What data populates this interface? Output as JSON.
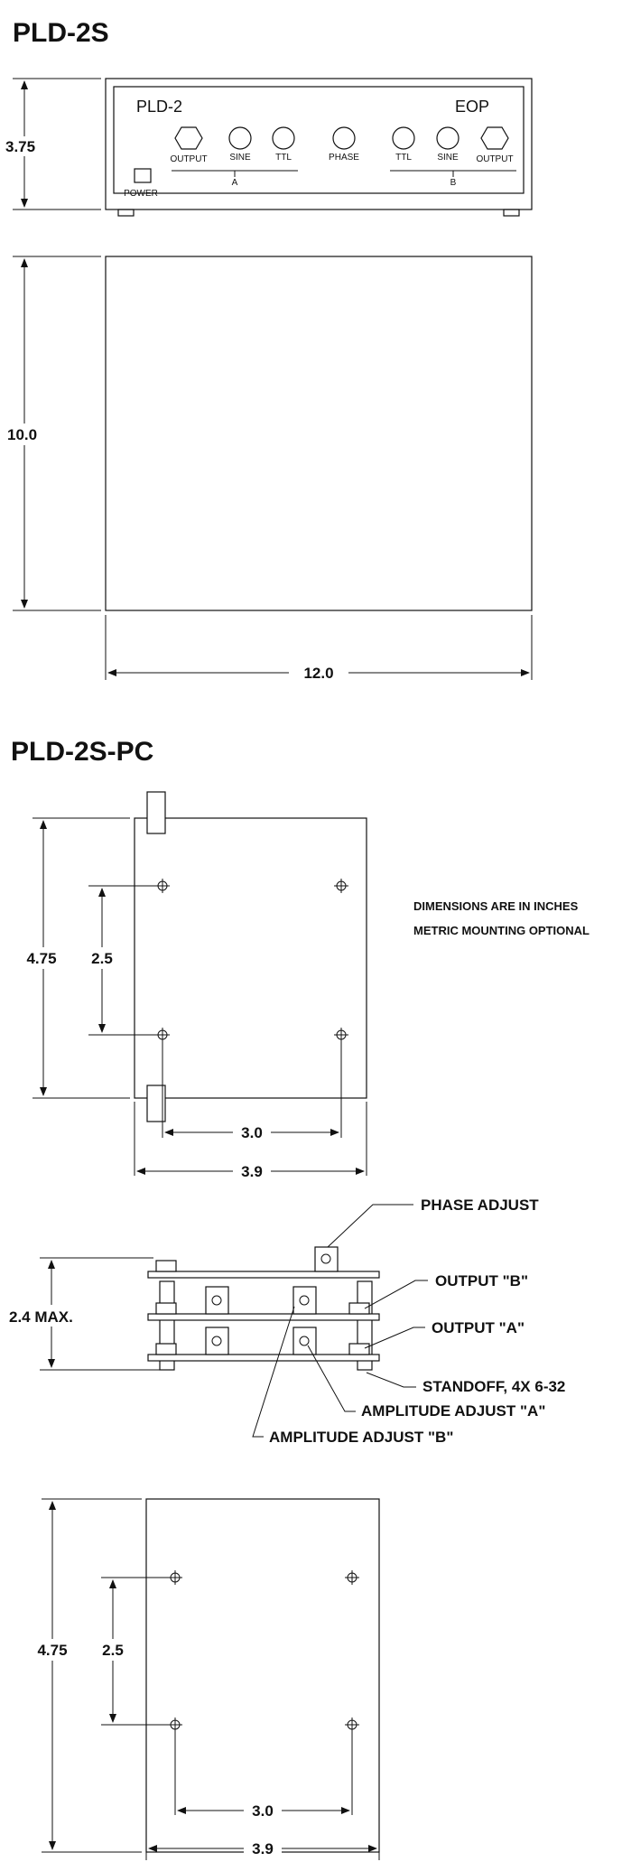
{
  "section1": {
    "title": "PLD-2S",
    "panel": {
      "model": "PLD-2",
      "brand": "EOP",
      "labels": {
        "output_a": "OUTPUT",
        "sine_a": "SINE",
        "ttl_a": "TTL",
        "phase": "PHASE",
        "ttl_b": "TTL",
        "sine_b": "SINE",
        "output_b": "OUTPUT",
        "group_a": "A",
        "group_b": "B",
        "power": "POWER"
      }
    },
    "dims": {
      "front_height": "3.75",
      "depth": "10.0",
      "width": "12.0"
    }
  },
  "section2": {
    "title": "PLD-2S-PC",
    "notes": [
      "DIMENSIONS ARE IN INCHES",
      "METRIC MOUNTING OPTIONAL"
    ],
    "top_view": {
      "height": "4.75",
      "hole_spacing_v": "2.5",
      "hole_spacing_h": "3.0",
      "width": "3.9"
    },
    "side_view": {
      "height": "2.4 MAX.",
      "callouts": {
        "phase": "PHASE ADJUST",
        "out_b": "OUTPUT \"B\"",
        "out_a": "OUTPUT \"A\"",
        "standoff": "STANDOFF, 4X 6-32",
        "amp_a": "AMPLITUDE ADJUST \"A\"",
        "amp_b": "AMPLITUDE ADJUST \"B\""
      }
    },
    "bottom_view": {
      "height": "4.75",
      "hole_spacing_v": "2.5",
      "hole_spacing_h": "3.0",
      "width": "3.9"
    }
  }
}
